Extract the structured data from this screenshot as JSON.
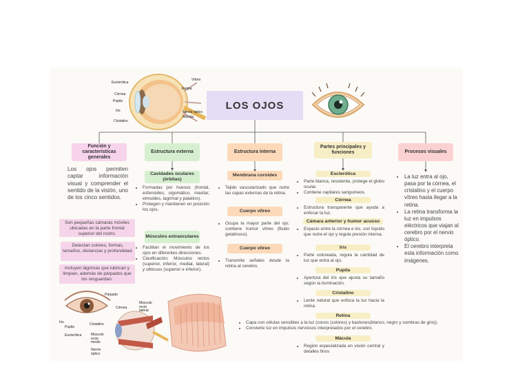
{
  "title": "LOS OJOS",
  "anatomy_labels": [
    "Esclerótica",
    "Córnea",
    "Pupila",
    "Iris",
    "Cristalino",
    "Vítreo",
    "Retina",
    "Nervio óptico",
    "Mácula"
  ],
  "col1": {
    "header": "Función y características generales",
    "text": "Los ojos permiten captar información visual y comprender el sentido de la visión, uno de los cinco sentidos.",
    "box1": "Son pequeñas cámaras móviles ubicadas en la parte frontal superior del rostro.",
    "box2": "Detectan colores, formas, tamaños, distancias y profundidad.",
    "box3": "Incluyen lágrimas que lubrican y limpian, además de párpados que los resguardan."
  },
  "col2": {
    "header": "Estructura externa",
    "sub1": "Cavidades oculares (órbitas)",
    "items1": [
      "Formadas por huesos (frontal, esfenoides, cigomático, maxilar, etmoides, lagrimal y palatino).",
      "Protegen y mantienen en posición los ojos."
    ],
    "sub2": "Músculos extraoculares",
    "items2": [
      "Facilitan el movimiento de los ojos en diferentes direcciones.",
      "Clasificación: Músculos rectos (superior, inferior, medial, lateral) y oblicuos (superior e inferior)."
    ]
  },
  "col3": {
    "header": "Estructura interna",
    "sub1": "Membrana coroides",
    "item1": "Tejido vascularizado que nutre las capas externas de la retina.",
    "sub2": "Cuerpo vítreo",
    "item2": "Ocupa la mayor parte del ojo; contiene humor vítreo (fluido gelatinoso).",
    "sub3": "Cuerpo vítreo",
    "item3": "Transmite señales desde la retina al cerebro."
  },
  "col4": {
    "header": "Partes principales y funciones",
    "s1": "Esclerótica",
    "i1": [
      "Parte blanca, resistente, protege el globo ocular.",
      "Contiene capilares sanguíneos."
    ],
    "s2": "Córnea",
    "i2": "Estructura transparente que ayuda a enfocar la luz.",
    "s3": "Cámara anterior y humor acuoso",
    "i3": "Espacio entre la córnea e iris, con líquido que nutre el ojo y regula presión interna.",
    "s4": "Iris",
    "i4": "Parte coloreada, regula la cantidad de luz que entra al ojo.",
    "s5": "Pupila",
    "i5": "Apertura del iris que ajusta su tamaño según la iluminación.",
    "s6": "Cristalino",
    "i6": "Lente natural que enfoca la luz hacia la retina.",
    "s7": "Retina",
    "i7": [
      "Capa con células sensibles a la luz (conos (colores) y bastones(blanco, negro y sombras de gris)).",
      "Convierte luz en impulsos nerviosos interpretados por el cerebro."
    ],
    "s8": "Mácula",
    "i8": "Región especializada en visión central y detalles finos"
  },
  "col5": {
    "header": "Procesos visuales",
    "items": [
      "La luz entra al ojo, pasa por la córnea, el cristalino y el cuerpo vítreo hasta llegar a la retina.",
      "La retina transforma la luz en impulsos eléctricos que viajan al cerebro por el nervio óptico.",
      "El cerebro interpreta esta información como imágenes."
    ]
  },
  "bottom_labels": [
    "Párpado",
    "Córnea",
    "Músculo recto lateral",
    "Iris",
    "Pupila",
    "Cristalino",
    "Esclerótica",
    "Músculo recto medio",
    "Nervio óptico"
  ],
  "colors": {
    "purple": "#e5dcf5",
    "pink": "#f7d3ec",
    "green": "#d6efd0",
    "orange": "#fbd9b9",
    "yellow": "#f8eec6",
    "red": "#fbd2d2"
  }
}
